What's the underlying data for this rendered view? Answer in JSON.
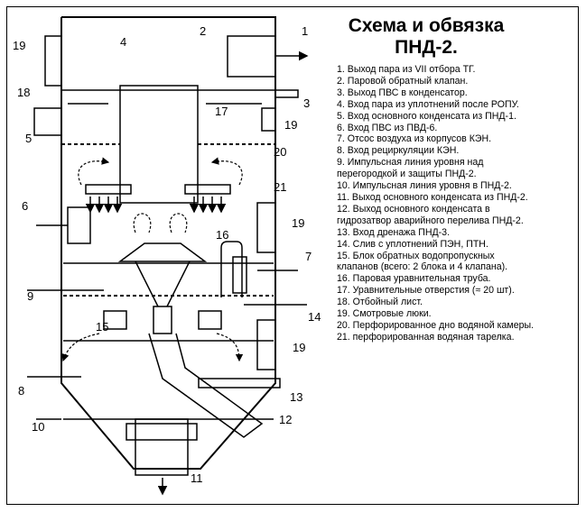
{
  "title": {
    "line1": "Схема и обвязка",
    "line2": "ПНД-2."
  },
  "legend": [
    "1. Выход пара из VII отбора ТГ.",
    "2. Паровой обратный клапан.",
    "3. Выход ПВС в конденсатор.",
    "4. Вход пара из уплотнений после РОПУ.",
    "5. Вход основного конденсата из ПНД-1.",
    "6. Вход ПВС из ПВД-6.",
    "7. Отсос воздуха из корпусов КЭН.",
    "8. Вход рециркуляции КЭН.",
    "9. Импульсная линия уровня над",
    "перегородкой и защиты ПНД-2.",
    "10. Импульсная линия уровня в ПНД-2.",
    "11. Выход основного конденсата из ПНД-2.",
    "12. Выход основного конденсата в",
    "гидрозатвор аварийного перелива ПНД-2.",
    "13. Вход дренажа ПНД-3.",
    "14. Слив с уплотнений ПЭН, ПТН.",
    "15. Блок обратных водопропускных",
    "клапанов (всего: 2 блока и 4 клапана).",
    "16. Паровая уравнительная труба.",
    "17. Уравнительные отверстия (≈ 20 шт).",
    "18. Отбойный лист.",
    "19. Смотровые люки.",
    "20. Перфорированное дно водяной камеры.",
    "21. перфорированная водяная тарелка."
  ],
  "labels": [
    "1",
    "2",
    "3",
    "4",
    "5",
    "6",
    "7",
    "8",
    "9",
    "10",
    "11",
    "12",
    "13",
    "14",
    "15",
    "16",
    "17",
    "18",
    "19",
    "20",
    "21"
  ],
  "colors": {
    "line": "#000000",
    "background": "#ffffff"
  }
}
